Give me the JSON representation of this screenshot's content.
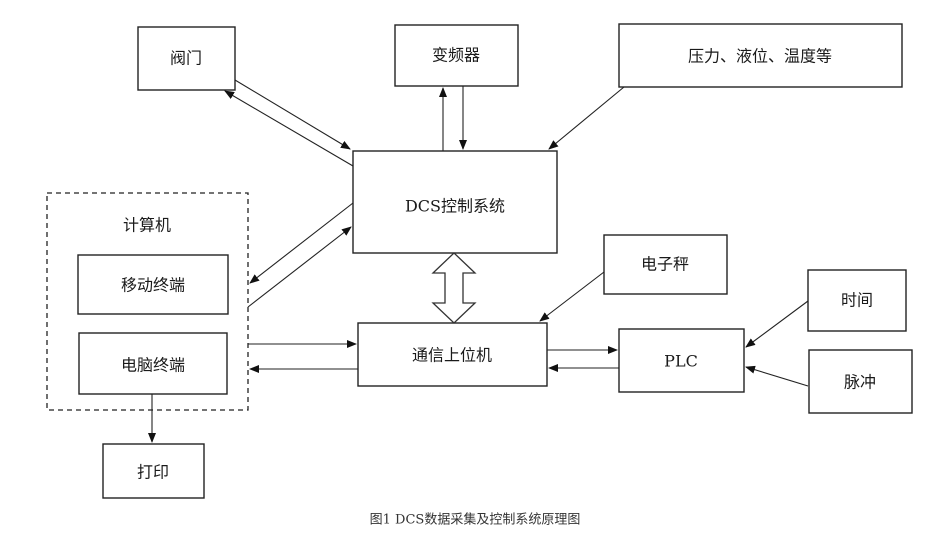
{
  "diagram": {
    "nodes": {
      "valve": "阀门",
      "inverter": "变频器",
      "sensors": "压力、液位、温度等",
      "dcs": "DCS控制系统",
      "computer_group": "计算机",
      "mobile_terminal": "移动终端",
      "pc_terminal": "电脑终端",
      "printer": "打印",
      "scale": "电子秤",
      "host": "通信上位机",
      "plc": "PLC",
      "time": "时间",
      "pulse": "脉冲"
    },
    "edges": [
      {
        "from": "valve",
        "to": "dcs"
      },
      {
        "from": "dcs",
        "to": "valve"
      },
      {
        "from": "dcs",
        "to": "inverter"
      },
      {
        "from": "inverter",
        "to": "dcs"
      },
      {
        "from": "sensors",
        "to": "dcs"
      },
      {
        "from": "dcs",
        "to": "computer_group"
      },
      {
        "from": "computer_group",
        "to": "dcs"
      },
      {
        "from": "dcs",
        "to": "host",
        "style": "bidirectional-block"
      },
      {
        "from": "computer_group",
        "to": "host"
      },
      {
        "from": "host",
        "to": "computer_group"
      },
      {
        "from": "pc_terminal",
        "to": "printer"
      },
      {
        "from": "scale",
        "to": "host"
      },
      {
        "from": "host",
        "to": "plc"
      },
      {
        "from": "plc",
        "to": "host"
      },
      {
        "from": "time",
        "to": "plc"
      },
      {
        "from": "pulse",
        "to": "plc"
      }
    ],
    "caption": "图1 DCS数据采集及控制系统原理图"
  }
}
